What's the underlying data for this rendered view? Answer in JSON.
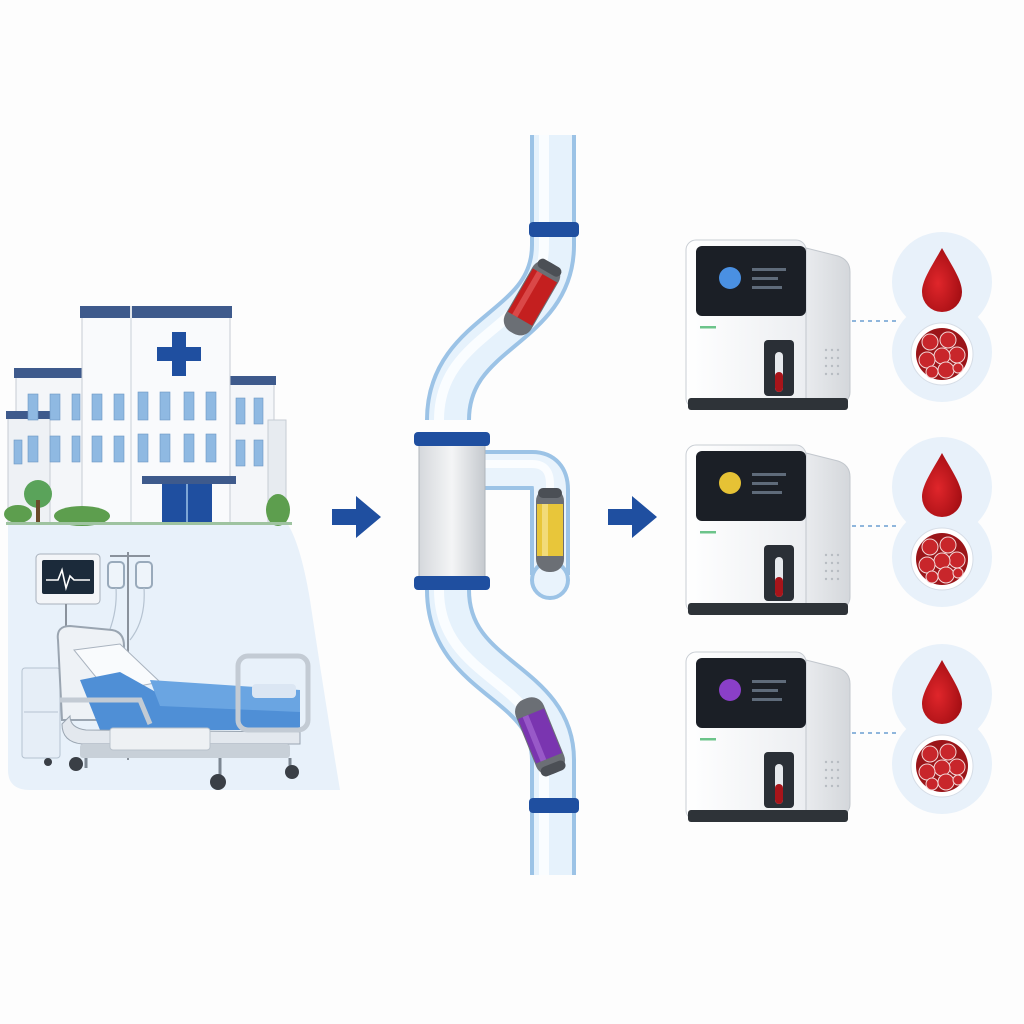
{
  "diagram": {
    "flow": [
      "hospital-source",
      "pneumatic-tube-system",
      "blood-analyzers"
    ],
    "hospital": {
      "icon": "medical-cross-icon",
      "scene": [
        "hospital-building",
        "hospital-bed",
        "vital-signs-monitor",
        "iv-stand"
      ]
    },
    "tube": {
      "carriers": [
        {
          "id": "carrier-top",
          "color": "#c41f1f"
        },
        {
          "id": "carrier-middle",
          "color": "#e8c63a"
        },
        {
          "id": "carrier-bottom",
          "color": "#7a35b0"
        }
      ],
      "ring_color": "#1f4fa0"
    },
    "arrows": [
      "flow-arrow-right",
      "flow-arrow-right"
    ],
    "analyzers": [
      {
        "id": "analyzer-1",
        "indicator_color": "#4a90e2",
        "result": [
          "blood-drop-icon",
          "blood-cells-icon"
        ]
      },
      {
        "id": "analyzer-2",
        "indicator_color": "#e6c235",
        "result": [
          "blood-drop-icon",
          "blood-cells-icon"
        ]
      },
      {
        "id": "analyzer-3",
        "indicator_color": "#8a3fc8",
        "result": [
          "blood-drop-icon",
          "blood-cells-icon"
        ]
      }
    ],
    "colors": {
      "accent_blue": "#1f4fa0",
      "blood_red": "#c0161b",
      "glass_blue": "#cfe3f4",
      "screen_dark": "#1b1f26"
    }
  }
}
